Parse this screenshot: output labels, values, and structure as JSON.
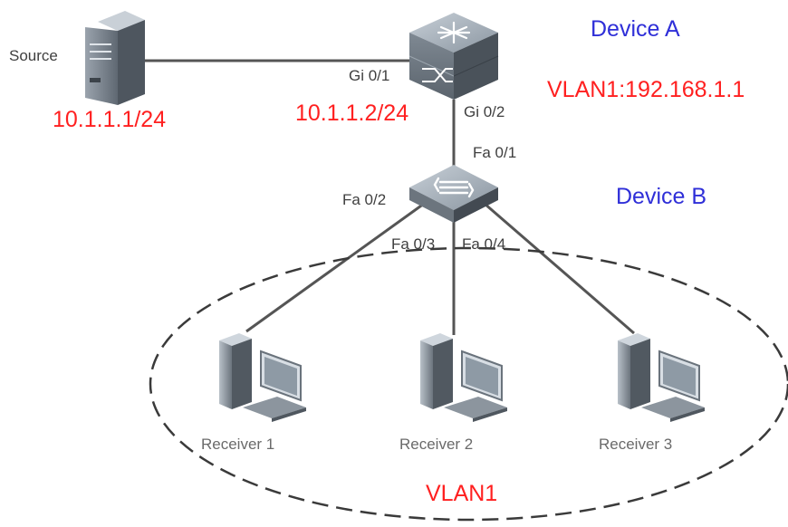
{
  "source": {
    "label": "Source",
    "ip": "10.1.1.1/24"
  },
  "device_a": {
    "name": "Device A",
    "vlan_ip": "VLAN1:192.168.1.1",
    "ip": "10.1.1.2/24",
    "ports": {
      "to_source": "Gi 0/1",
      "to_device_b": "Gi 0/2"
    }
  },
  "device_b": {
    "name": "Device B",
    "ports": {
      "uplink": "Fa 0/1",
      "to_receiver_1": "Fa 0/2",
      "to_receiver_2": "Fa 0/3",
      "to_receiver_3": "Fa 0/4"
    }
  },
  "receivers": [
    "Receiver 1",
    "Receiver 2",
    "Receiver 3"
  ],
  "vlan": {
    "label": "VLAN1"
  },
  "colors": {
    "ip_red": "#ff2020",
    "device_blue": "#2f2fd8",
    "line": "#555555"
  }
}
